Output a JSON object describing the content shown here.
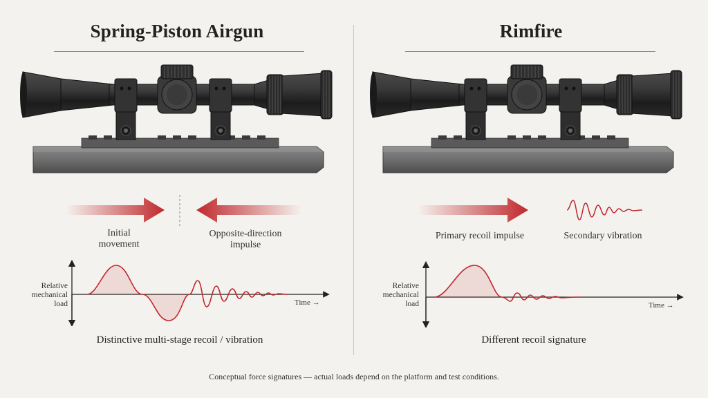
{
  "left_panel": {
    "title": "Spring-Piston Airgun",
    "label_initial": "Initial movement",
    "label_initial_line1": "Initial",
    "label_initial_line2": "movement",
    "label_opposite_line1": "Opposite-direction",
    "label_opposite_line2": "impulse",
    "y_axis_line1": "Relative",
    "y_axis_line2": "mechanical load",
    "x_axis_label": "Time →",
    "caption": "Distinctive multi-stage recoil / vibration"
  },
  "right_panel": {
    "title": "Rimfire",
    "label_primary": "Primary recoil impulse",
    "label_secondary": "Secondary vibration",
    "y_axis_line1": "Relative",
    "y_axis_line2": "mechanical load",
    "x_axis_label": "Time →",
    "caption": "Different recoil signature"
  },
  "footer": "Conceptual force signatures — actual loads depend on the platform and test conditions.",
  "colors": {
    "accent_red": "#c0282d",
    "scope_dark": "#2b2b2b",
    "rail_gray": "#6a6a6a",
    "background": "#f4f2ee"
  }
}
